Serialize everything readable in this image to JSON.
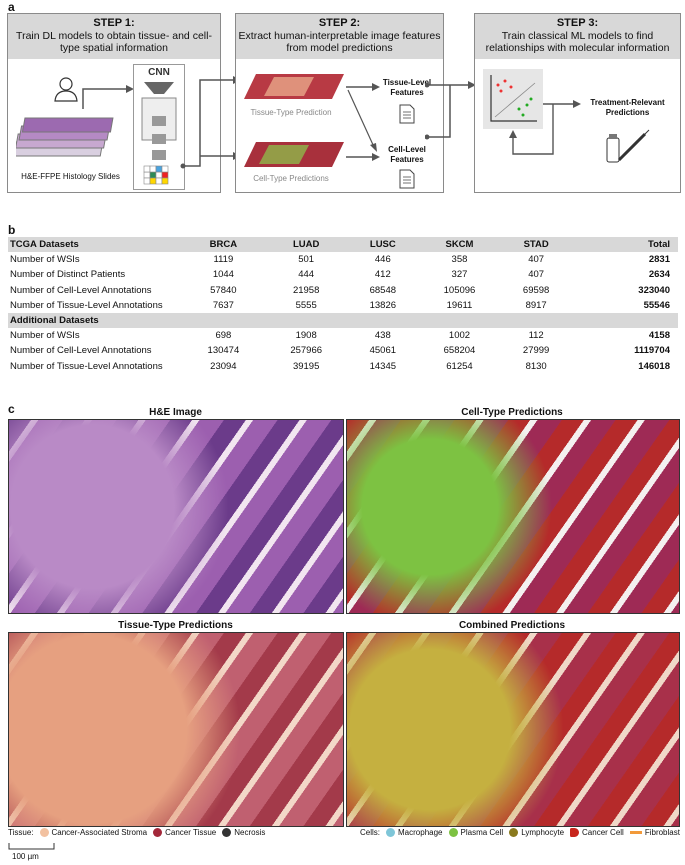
{
  "panels": {
    "a": "a",
    "b": "b",
    "c": "c"
  },
  "step1": {
    "title": "STEP 1:",
    "desc": "Train DL models to obtain tissue- and cell-type spatial information",
    "slides_label": "H&E-FFPE Histology Slides",
    "cnn_label": "CNN"
  },
  "step2": {
    "title": "STEP 2:",
    "desc": "Extract human-interpretable image features from model predictions",
    "tissue_pred": "Tissue-Type Prediction",
    "cell_pred": "Cell-Type Predictions",
    "tissue_feat": "Tissue-Level Features",
    "cell_feat": "Cell-Level Features"
  },
  "step3": {
    "title": "STEP 3:",
    "desc": "Train classical ML models to find relationships with molecular information",
    "output": "Treatment-Relevant Predictions"
  },
  "table": {
    "header1": [
      "TCGA Datasets",
      "BRCA",
      "LUAD",
      "LUSC",
      "SKCM",
      "STAD",
      "Total"
    ],
    "rows1": [
      [
        "Number of WSIs",
        "1119",
        "501",
        "446",
        "358",
        "407",
        "2831"
      ],
      [
        "Number of Distinct Patients",
        "1044",
        "444",
        "412",
        "327",
        "407",
        "2634"
      ],
      [
        "Number of Cell-Level Annotations",
        "57840",
        "21958",
        "68548",
        "105096",
        "69598",
        "323040"
      ],
      [
        "Number of Tissue-Level Annotations",
        "7637",
        "5555",
        "13826",
        "19611",
        "8917",
        "55546"
      ]
    ],
    "header2": "Additional Datasets",
    "rows2": [
      [
        "Number of WSIs",
        "698",
        "1908",
        "438",
        "1002",
        "112",
        "4158"
      ],
      [
        "Number of Cell-Level Annotations",
        "130474",
        "257966",
        "45061",
        "658204",
        "27999",
        "1119704"
      ],
      [
        "Number of Tissue-Level Annotations",
        "23094",
        "39195",
        "14345",
        "61254",
        "8130",
        "146018"
      ]
    ]
  },
  "images": {
    "he": "H&E Image",
    "cell": "Cell-Type Predictions",
    "tissue": "Tissue-Type Predictions",
    "combined": "Combined Predictions"
  },
  "legend": {
    "tissue_label": "Tissue:",
    "tissue_items": [
      {
        "label": "Cancer-Associated Stroma",
        "color": "#f2c1a0"
      },
      {
        "label": "Cancer Tissue",
        "color": "#a3283a"
      },
      {
        "label": "Necrosis",
        "color": "#333333"
      }
    ],
    "cells_label": "Cells:",
    "cell_items": [
      {
        "label": "Macrophage",
        "color": "#7fc6d8"
      },
      {
        "label": "Plasma Cell",
        "color": "#7dc242"
      },
      {
        "label": "Lymphocyte",
        "color": "#8a7a1e"
      },
      {
        "label": "Cancer Cell",
        "color": "#c8261d"
      },
      {
        "label": "Fibroblast",
        "color": "#f29a3a"
      }
    ]
  },
  "scalebar": "100 µm"
}
